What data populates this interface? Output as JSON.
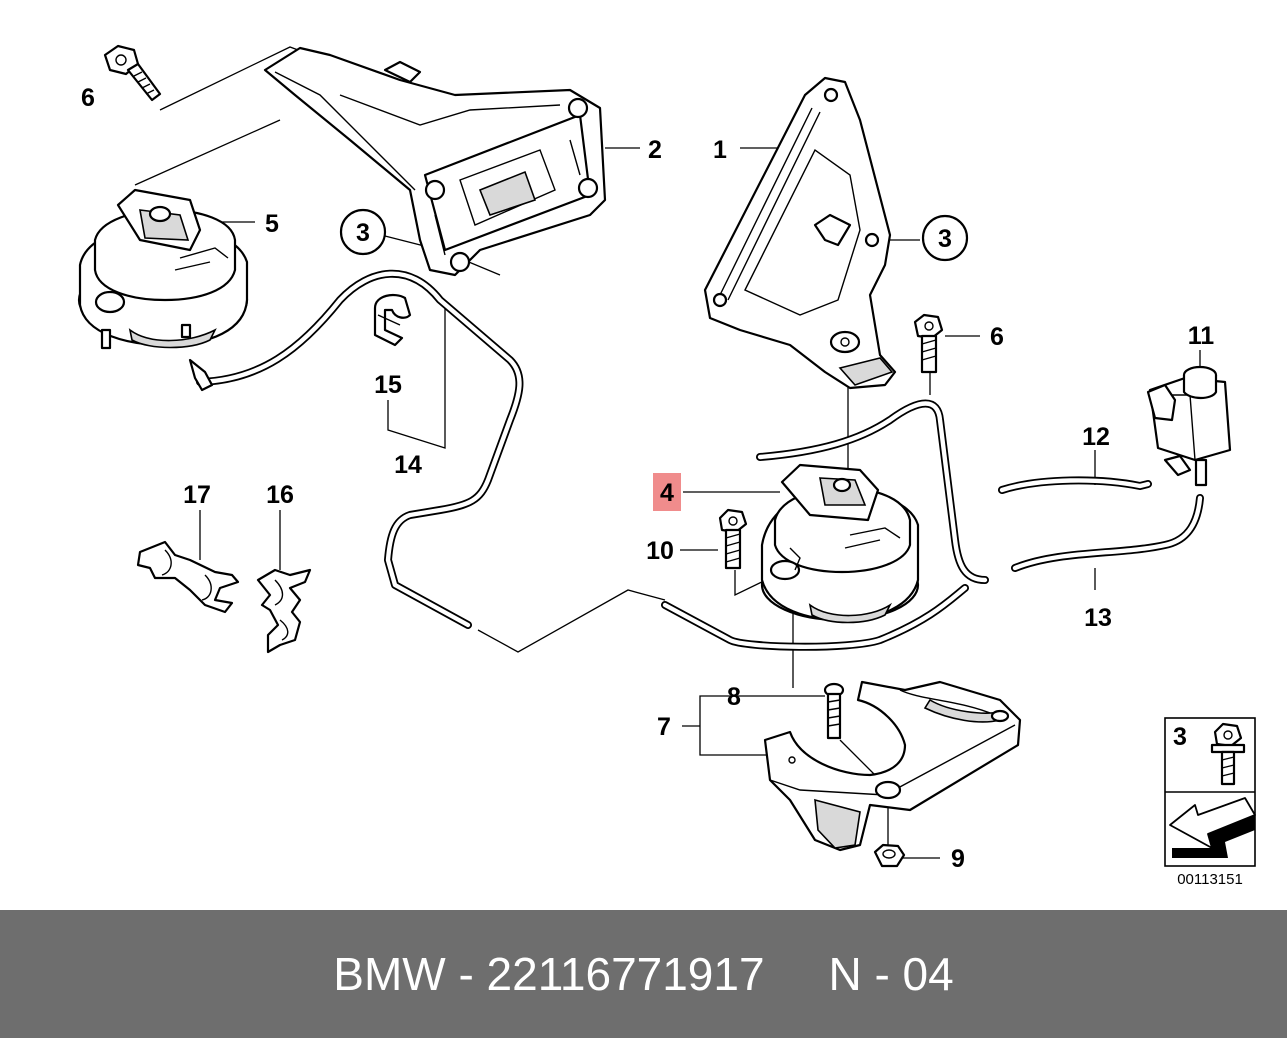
{
  "callouts": {
    "c1": "1",
    "c2": "2",
    "c3a": "3",
    "c3b": "3",
    "c4": "4",
    "c5": "5",
    "c6a": "6",
    "c6b": "6",
    "c7": "7",
    "c8": "8",
    "c9": "9",
    "c10": "10",
    "c11": "11",
    "c12": "12",
    "c13": "13",
    "c14": "14",
    "c15": "15",
    "c16": "16",
    "c17": "17"
  },
  "highlight_color": "#f08c8c",
  "legend": {
    "number": "3",
    "icon": "arrow-icon"
  },
  "diagram_code": "00113151",
  "footer": {
    "text": "BMW - 22116771917     N - 04"
  }
}
